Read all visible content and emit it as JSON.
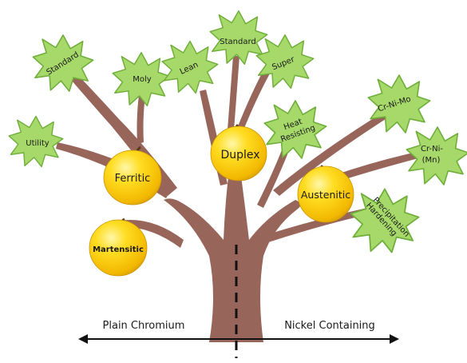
{
  "colors": {
    "trunk": "#98655a",
    "trunk_dark": "#7c4d43",
    "leaf": "#a6d96a",
    "leaf_edge": "#6fae3a",
    "fruit": "#f6c800",
    "fruit_highlight": "#fff6a0",
    "stem": "#5b3a1e",
    "arrow": "#111111"
  },
  "fruits": {
    "ferritic": "Ferritic",
    "martensitic": "Martensitic",
    "duplex": "Duplex",
    "austenitic": "Austenitic"
  },
  "leaves": {
    "utility": "Utility",
    "standard_left": "Standard",
    "moly": "Moly",
    "lean": "Lean",
    "standard_top": "Standard",
    "super": "Super",
    "heat_resisting_1": "Heat",
    "heat_resisting_2": "Resisting",
    "cr_ni_mo": "Cr-Ni-Mo",
    "cr_ni_mn_1": "Cr-Ni-",
    "cr_ni_mn_2": "(Mn)",
    "precip_1": "Precipitation",
    "precip_2": "Hardening"
  },
  "axis": {
    "left_label": "Plain Chromium",
    "right_label": "Nickel Containing"
  }
}
